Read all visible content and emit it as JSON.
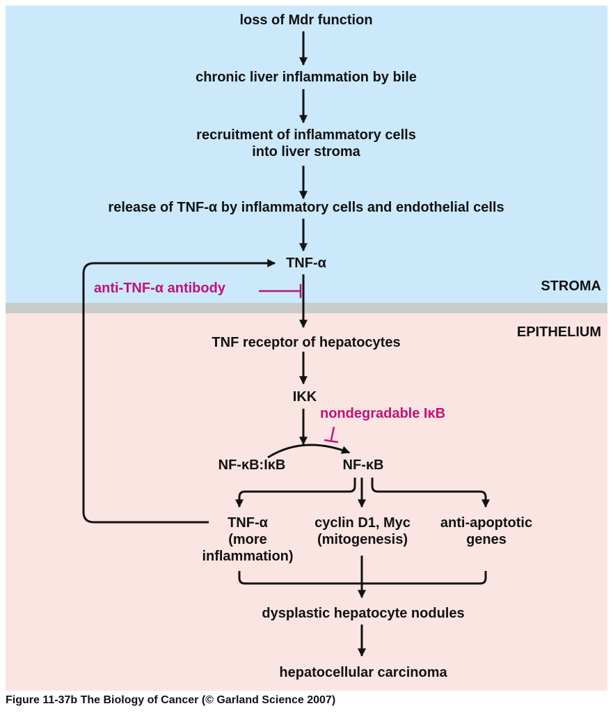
{
  "regions": {
    "stroma": "STROMA",
    "epithelium": "EPITHELIUM"
  },
  "colors": {
    "stroma_bg": "#cbe9fb",
    "divider": "#c8cdc9",
    "epithelium_bg": "#fbe5e2",
    "inhibitor": "#c0117a",
    "text": "#111111"
  },
  "nodes": {
    "loss_mdr": "loss of Mdr function",
    "chronic_inflammation": "chronic liver inflammation by bile",
    "recruitment_line1": "recruitment of inflammatory cells",
    "recruitment_line2": "into liver stroma",
    "release_tnf": "release of TNF-α by inflammatory cells and endothelial cells",
    "tnf_alpha": "TNF-α",
    "tnf_receptor": "TNF receptor of hepatocytes",
    "ikk": "IKK",
    "nfkb_ikb": "NF-κB:IκB",
    "nfkb": "NF-κB",
    "tnf_more_line1": "TNF-α",
    "tnf_more_line2": "(more",
    "tnf_more_line3": "inflammation)",
    "cyclin_line1": "cyclin D1, Myc",
    "cyclin_line2": "(mitogenesis)",
    "antiapop_line1": "anti-apoptotic",
    "antiapop_line2": "genes",
    "dysplastic": "dysplastic hepatocyte nodules",
    "hcc": "hepatocellular carcinoma"
  },
  "inhibitors": {
    "anti_tnf_antibody": "anti-TNF-α antibody",
    "nondegradable_ikb": "nondegradable IκB"
  },
  "caption": "Figure 11-37b  The Biology of Cancer (© Garland Science 2007)"
}
